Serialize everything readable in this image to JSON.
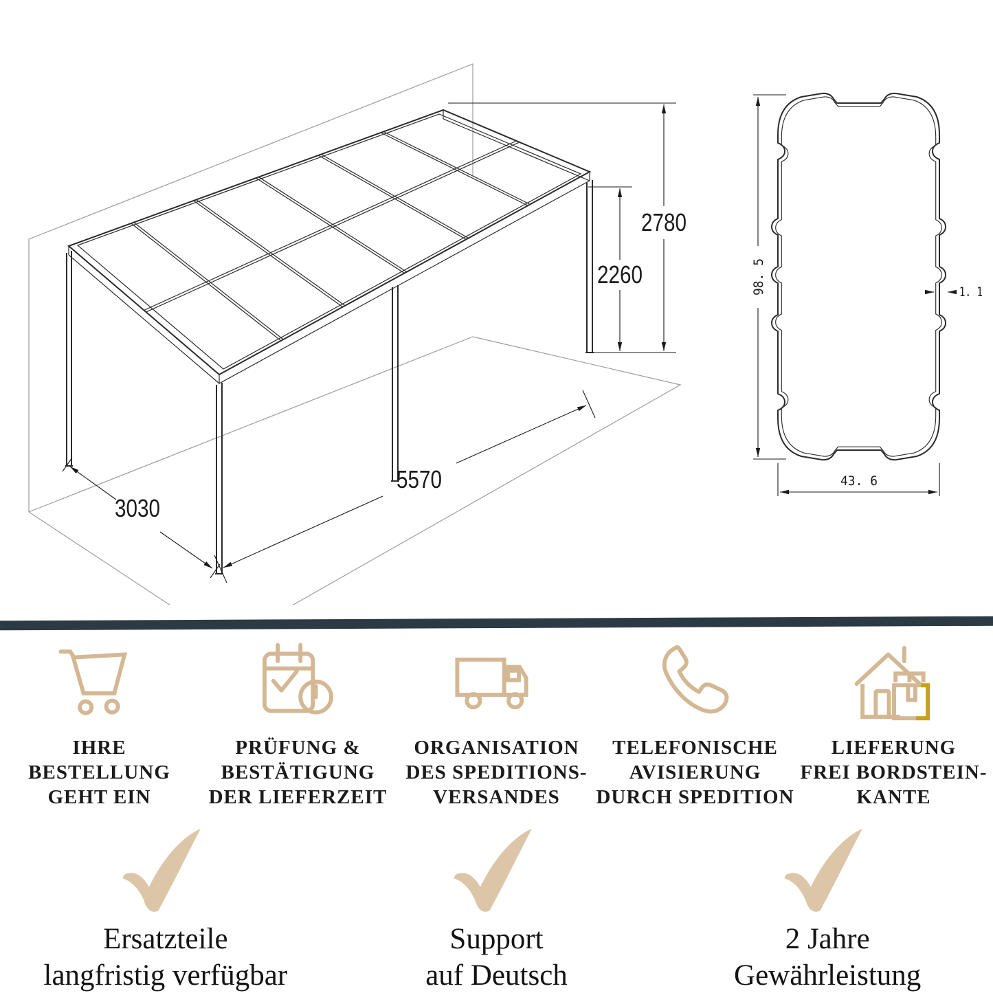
{
  "technical_drawing": {
    "pergola": {
      "dim_total_height": "2780",
      "dim_clear_height": "2260",
      "dim_width": "5570",
      "dim_depth": "3030"
    },
    "profile": {
      "dim_height": "98. 5",
      "dim_width": "43. 6",
      "dim_wall_thickness": "1. 1"
    }
  },
  "services": [
    {
      "icon": "cart-icon",
      "lines": [
        "IHRE",
        "BESTELLUNG",
        "GEHT EIN"
      ]
    },
    {
      "icon": "calendar-check-icon",
      "lines": [
        "PRÜFUNG &",
        "BESTÄTIGUNG",
        "DER LIEFERZEIT"
      ]
    },
    {
      "icon": "truck-icon",
      "lines": [
        "ORGANISATION",
        "DES SPEDITIONS-",
        "VERSANDES"
      ]
    },
    {
      "icon": "phone-icon",
      "lines": [
        "TELEFONISCHE",
        "AVISIERUNG",
        "DURCH SPEDITION"
      ]
    },
    {
      "icon": "house-package-icon",
      "lines": [
        "LIEFERUNG",
        "FREI BORDSTEIN-",
        "KANTE"
      ]
    }
  ],
  "benefits": [
    {
      "lines": [
        "Ersatzteile",
        "langfristig verfügbar"
      ]
    },
    {
      "lines": [
        "Support",
        "auf Deutsch"
      ]
    },
    {
      "lines": [
        "2 Jahre",
        "Gewährleistung"
      ]
    }
  ],
  "colors": {
    "icon_tan": "#d4b793",
    "check_tan": "#ddc6a8",
    "accent_gold": "#c7a11b",
    "divider_dark": "#2c3a43",
    "drawing_line": "#1a1a1a",
    "construction_gray": "#9d9d9d"
  }
}
